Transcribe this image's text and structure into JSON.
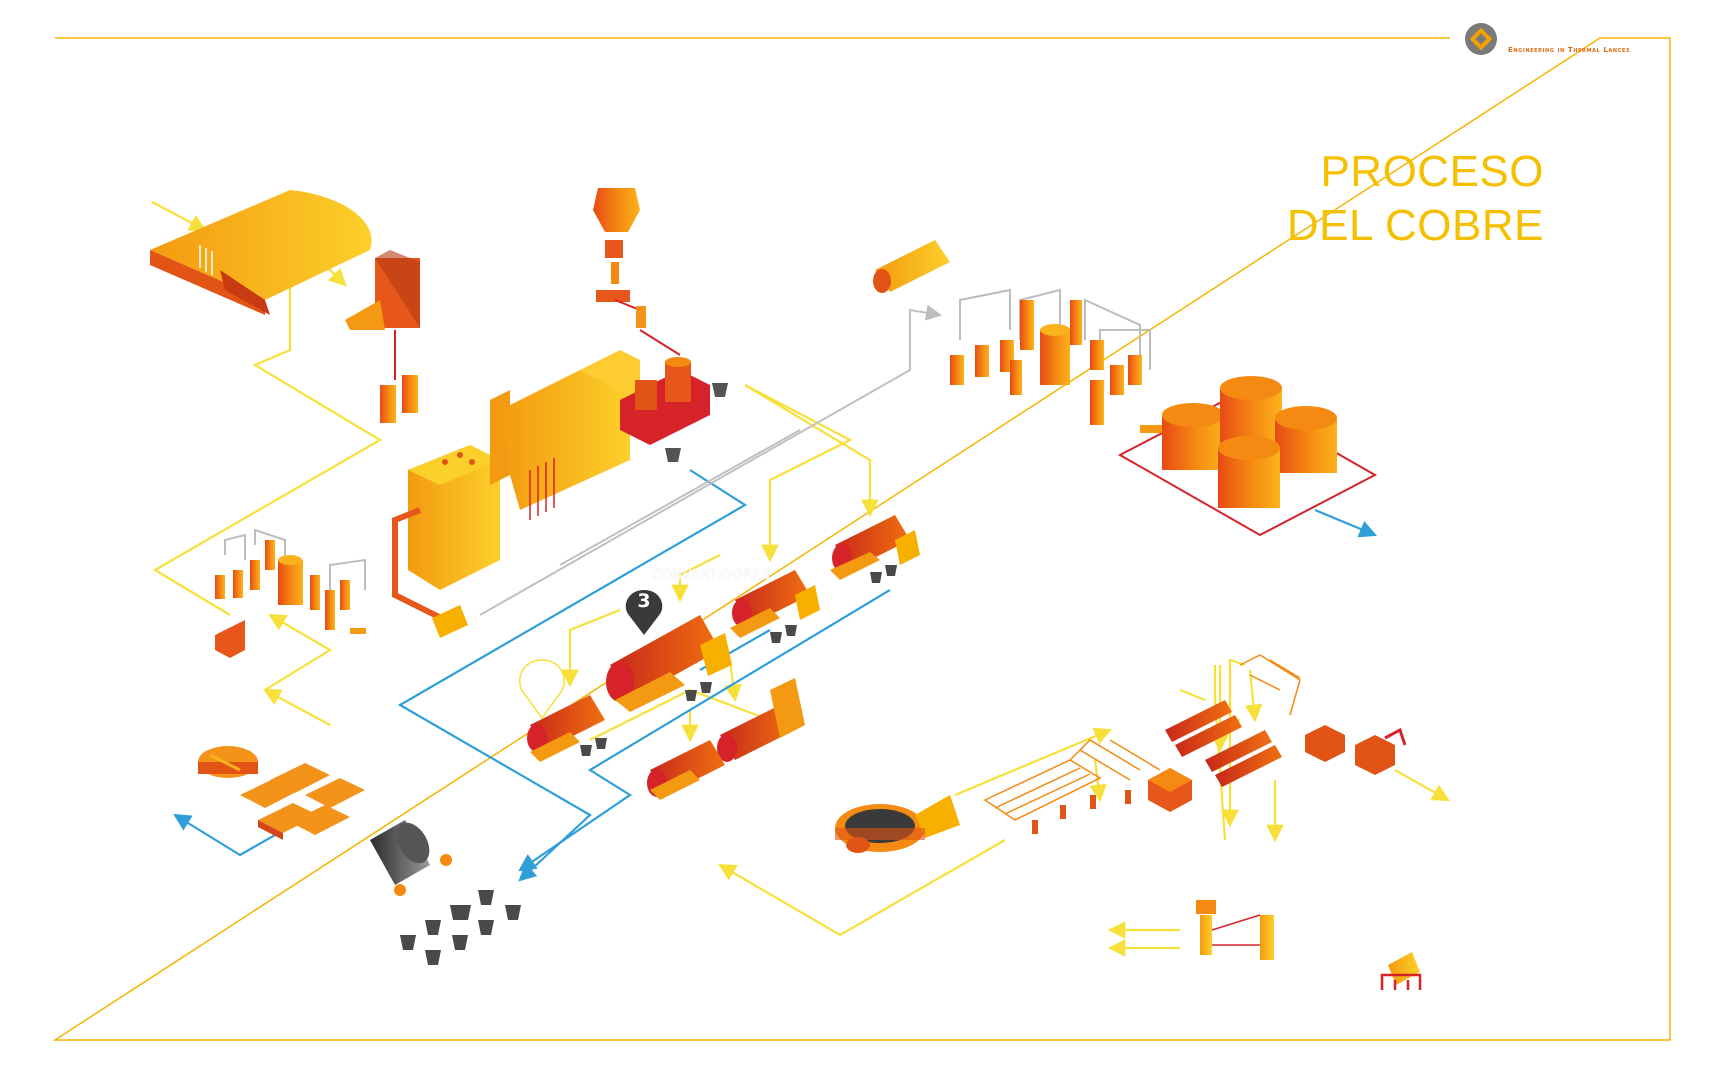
{
  "title": {
    "line1": "PROCESO",
    "line2": "DEL COBRE"
  },
  "brand": {
    "tagline": "Engineering in Thermal Lances"
  },
  "stage": {
    "number": "3",
    "label": "CONVERTIDORES"
  },
  "colors": {
    "frame": "#f5b400",
    "flow_yellow": "#f7e03a",
    "flow_blue": "#2f9fd8",
    "flow_gray": "#bdbdbd",
    "flow_red": "#d6232a",
    "orange": "#f07a10",
    "dark_orange": "#d9441a",
    "gold": "#f7b000"
  },
  "icons": {
    "brand": "diamond-logo-icon",
    "pin": "map-pin-icon",
    "pin_outline": "map-pin-outline-icon"
  }
}
